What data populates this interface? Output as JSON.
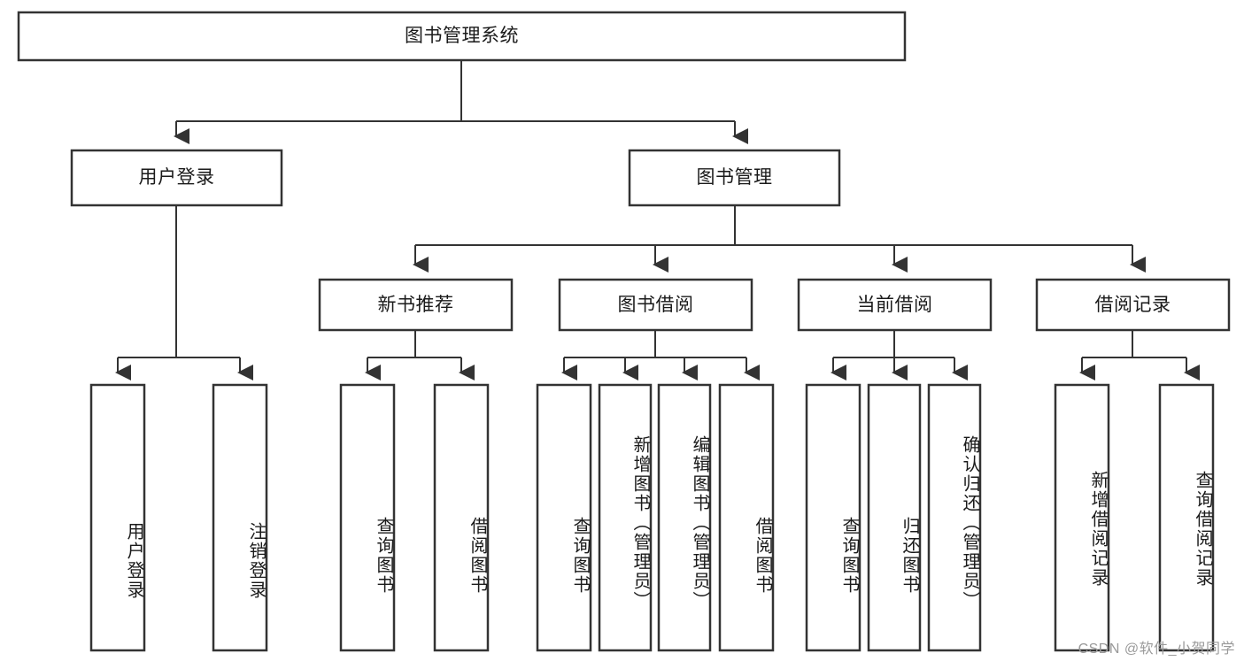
{
  "diagram": {
    "title": "图书管理系统",
    "type": "tree-hierarchy",
    "orientation": "top-down",
    "colors": {
      "box_stroke": "#333333",
      "box_fill": "#ffffff",
      "connector": "#333333",
      "text": "#1a1a1a",
      "watermark": "#9a9a9a",
      "background": "#ffffff"
    },
    "nodes": {
      "root": {
        "label": "图书管理系统",
        "level": 0,
        "orientation": "horizontal"
      },
      "l1": [
        {
          "label": "用户登录",
          "level": 1,
          "orientation": "horizontal"
        },
        {
          "label": "图书管理",
          "level": 1,
          "orientation": "horizontal"
        }
      ],
      "l2": [
        {
          "label": "新书推荐",
          "level": 2,
          "orientation": "horizontal"
        },
        {
          "label": "图书借阅",
          "level": 2,
          "orientation": "horizontal"
        },
        {
          "label": "当前借阅",
          "level": 2,
          "orientation": "horizontal"
        },
        {
          "label": "借阅记录",
          "level": 2,
          "orientation": "horizontal"
        }
      ],
      "leaves": [
        {
          "label": "用户登录",
          "parent": "用户登录",
          "orientation": "vertical"
        },
        {
          "label": "注销登录",
          "parent": "用户登录",
          "orientation": "vertical"
        },
        {
          "label": "查询图书",
          "parent": "新书推荐",
          "orientation": "vertical"
        },
        {
          "label": "借阅图书",
          "parent": "新书推荐",
          "orientation": "vertical"
        },
        {
          "label": "查询图书",
          "parent": "图书借阅",
          "orientation": "vertical"
        },
        {
          "label": "新增图书（管理员）",
          "parent": "图书借阅",
          "orientation": "vertical"
        },
        {
          "label": "编辑图书（管理员）",
          "parent": "图书借阅",
          "orientation": "vertical"
        },
        {
          "label": "借阅图书",
          "parent": "图书借阅",
          "orientation": "vertical"
        },
        {
          "label": "查询图书",
          "parent": "当前借阅",
          "orientation": "vertical"
        },
        {
          "label": "归还图书",
          "parent": "当前借阅",
          "orientation": "vertical"
        },
        {
          "label": "确认归还（管理员）",
          "parent": "当前借阅",
          "orientation": "vertical"
        },
        {
          "label": "新增借阅记录",
          "parent": "借阅记录",
          "orientation": "vertical"
        },
        {
          "label": "查询借阅记录",
          "parent": "借阅记录",
          "orientation": "vertical"
        }
      ]
    }
  },
  "watermark": {
    "text": "CSDN @软件_小贺同学"
  }
}
